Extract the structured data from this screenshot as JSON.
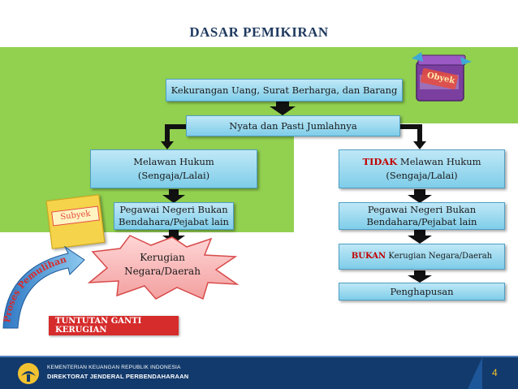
{
  "title": "DASAR PEMIKIRAN",
  "top_box": "Kekurangan Uang, Surat Berharga, dan Barang",
  "second_box": "Nyata dan Pasti Jumlahnya",
  "left": {
    "branch_line1": "Melawan Hukum",
    "branch_line2": "(Sengaja/Lalai)",
    "person_line1": "Pegawai Negeri Bukan",
    "person_line2": "Bendahara/Pejabat lain",
    "loss_line1": "Kerugian",
    "loss_line2": "Negara/Daerah"
  },
  "right": {
    "branch_red": "TIDAK",
    "branch_line1_rest": " Melawan Hukum",
    "branch_line2": "(Sengaja/Lalai)",
    "person_line1": "Pegawai Negeri Bukan",
    "person_line2": "Bendahara/Pejabat lain",
    "noloss_red": "BUKAN",
    "noloss_rest": " Kerugian Negara/Daerah",
    "final": "Penghapusan"
  },
  "labels": {
    "object_tag": "Obyek",
    "subject_tag": "Subyek",
    "recovery_process": "Proses Pemulihan",
    "claim": "TUNTUTAN GANTI KERUGIAN"
  },
  "footer": {
    "ministry": "KEMENTERIAN KEUANGAN REPUBLIK INDONESIA",
    "directorate": "DIREKTORAT JENDERAL PERBENDAHARAAN",
    "page_number": "4"
  },
  "colors": {
    "green": "#92d050",
    "box_fill": "#9ddcf2",
    "title": "#1f3a5f",
    "red": "#c00000",
    "footer": "#123a6c"
  }
}
